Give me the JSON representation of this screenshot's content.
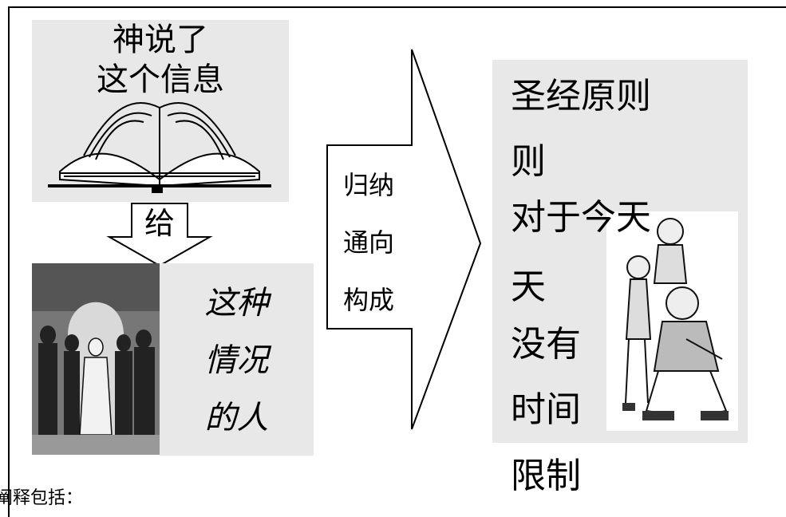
{
  "top_box": {
    "line1": "神说了",
    "line2": "这个信息"
  },
  "give_arrow": {
    "label": "给"
  },
  "people_text": {
    "line1": "这种",
    "line2": "情况",
    "line3": "的人"
  },
  "big_arrow": {
    "line1": "归纳",
    "line2": "通向",
    "line3": "构成"
  },
  "principle": {
    "line1": "圣经原则",
    "line2": "则",
    "line3": "对于今天",
    "line4": "天",
    "line5": "没有",
    "line6": "时间",
    "line7": "限制"
  },
  "footer": {
    "text": "阐释包括："
  },
  "icons": [
    "open-book-illustration",
    "crowd-illustration",
    "family-illustration"
  ]
}
